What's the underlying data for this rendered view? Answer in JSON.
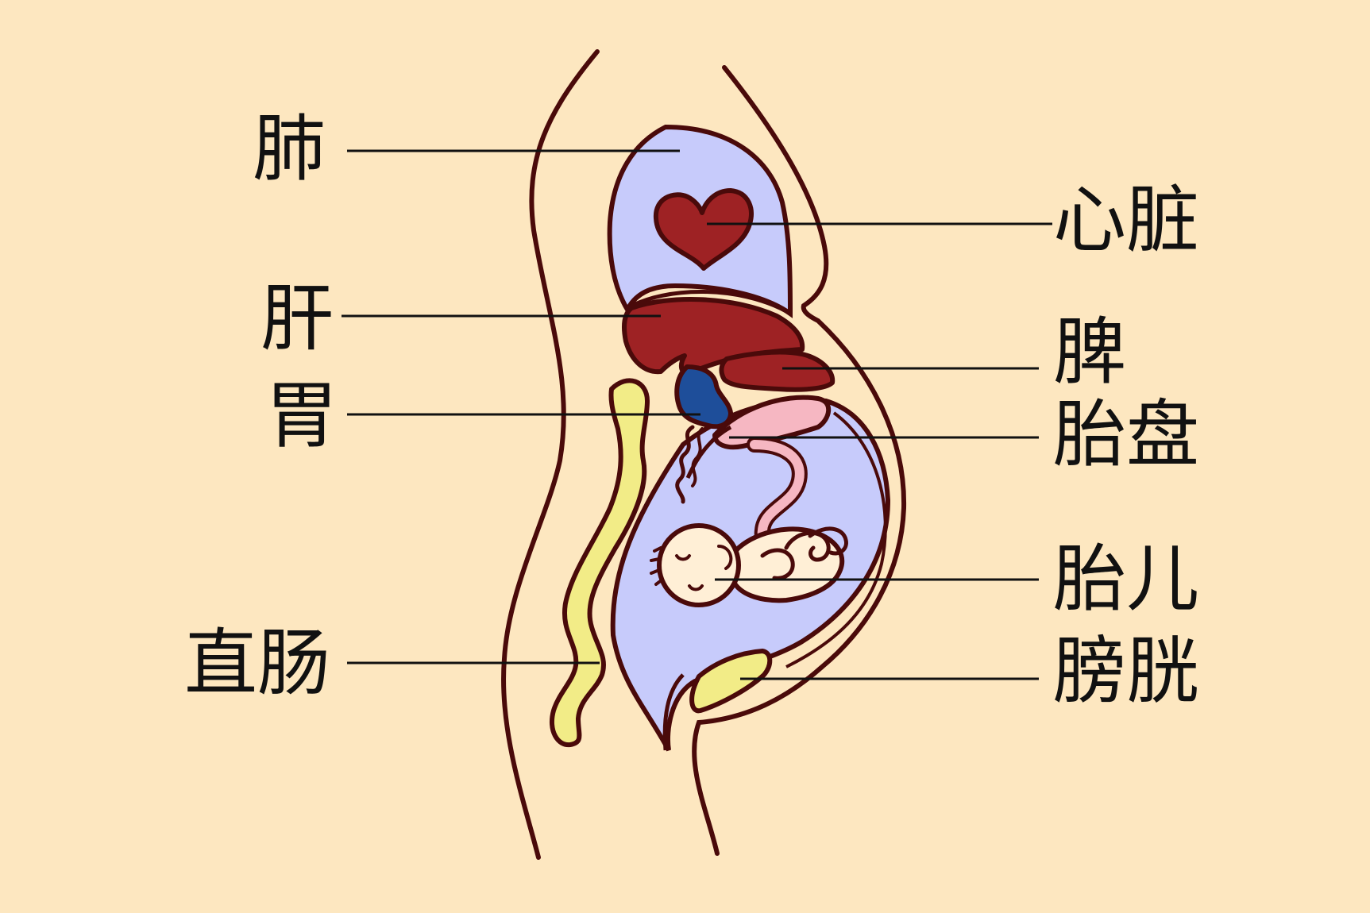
{
  "labels": {
    "lung": "肺",
    "liver": "肝",
    "stomach": "胃",
    "rectum": "直肠",
    "heart": "心脏",
    "spleen": "脾",
    "placenta": "胎盘",
    "fetus": "胎儿",
    "bladder": "膀胱"
  },
  "colors": {
    "background": "#FDE7C0",
    "outline": "#4A0A0A",
    "cavity": "#C7CBFB",
    "organ_red": "#9E2224",
    "stomach_blue": "#1E4E9A",
    "placenta_pink": "#F6B7C2",
    "intestine_yellow": "#F2EC87",
    "fetus_skin": "#FFEFD6",
    "leader_line": "#111111"
  }
}
